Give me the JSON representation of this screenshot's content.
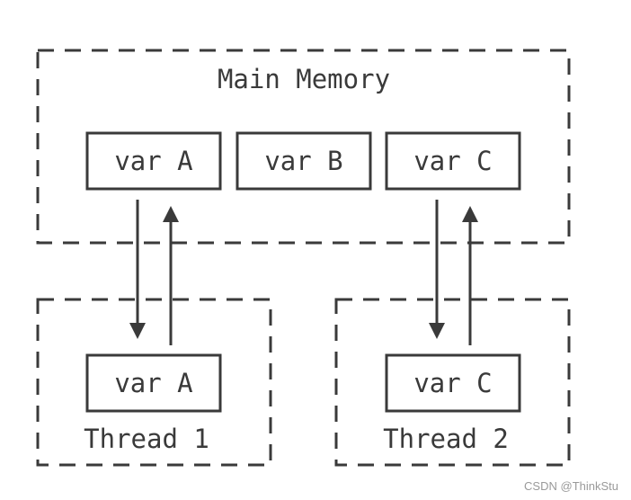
{
  "main_memory": {
    "title": "Main Memory",
    "vars": [
      "var A",
      "var B",
      "var C"
    ]
  },
  "threads": [
    {
      "label": "Thread 1",
      "var": "var A"
    },
    {
      "label": "Thread 2",
      "var": "var C"
    }
  ],
  "watermark": "CSDN @ThinkStu",
  "colors": {
    "stroke": "#3a3a3a",
    "text": "#3a3a3a",
    "watermark": "#9a9a9a"
  }
}
